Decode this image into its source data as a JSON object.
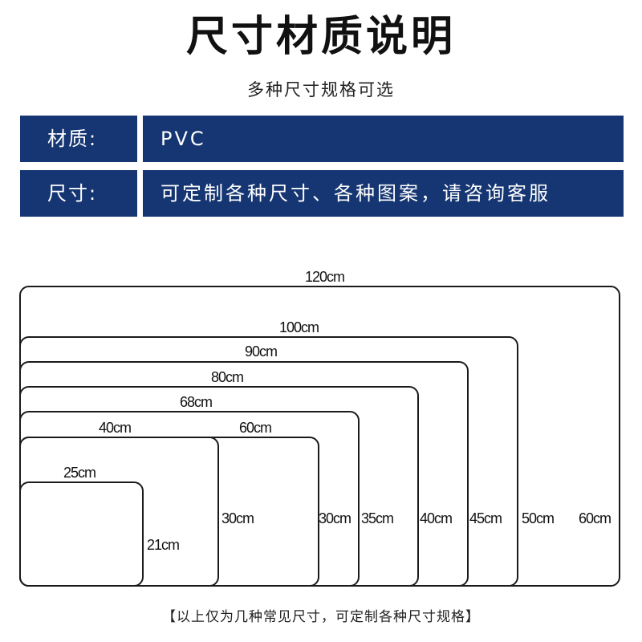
{
  "header": {
    "title": "尺寸材质说明",
    "subtitle": "多种尺寸规格可选"
  },
  "specs": [
    {
      "label": "材质:",
      "value": "PVC"
    },
    {
      "label": "尺寸:",
      "value": "可定制各种尺寸、各种图案，请咨询客服"
    }
  ],
  "colors": {
    "navy": "#153672",
    "line": "#1a1a1a"
  },
  "diagram": {
    "sizes": [
      {
        "width": "120cm",
        "height": "60cm"
      },
      {
        "width": "100cm",
        "height": "50cm"
      },
      {
        "width": "90cm",
        "height": "45cm"
      },
      {
        "width": "80cm",
        "height": "40cm"
      },
      {
        "width": "68cm",
        "height": "35cm"
      },
      {
        "width": "60cm",
        "height": "30cm"
      },
      {
        "width": "40cm",
        "height": "30cm"
      },
      {
        "width": "25cm",
        "height": "21cm"
      }
    ]
  },
  "footer": {
    "note": "【以上仅为几种常见尺寸，可定制各种尺寸规格】"
  }
}
